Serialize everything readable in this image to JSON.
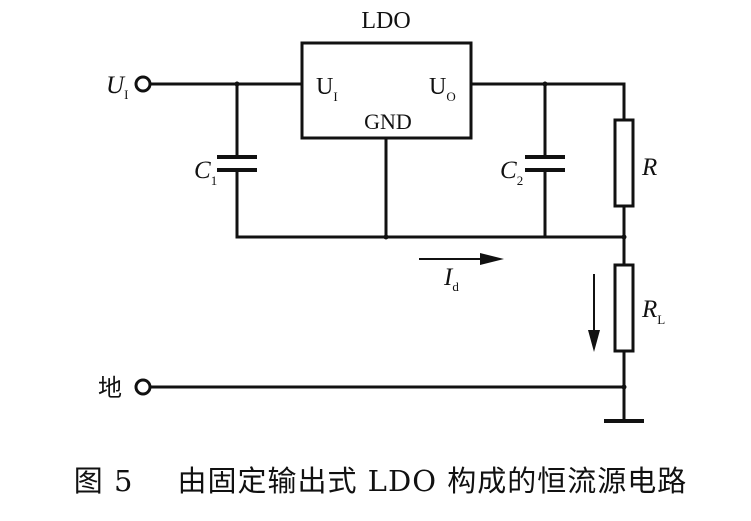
{
  "ldo": {
    "title": "LDO",
    "input_pin": "U",
    "input_pin_sub": "I",
    "output_pin": "U",
    "output_pin_sub": "O",
    "gnd_pin": "GND"
  },
  "terminals": {
    "input_label": "U",
    "input_label_sub": "I",
    "ground_label": "地"
  },
  "components": {
    "c1": "C",
    "c1_sub": "1",
    "c2": "C",
    "c2_sub": "2",
    "r": "R",
    "rl": "R",
    "rl_sub": "L"
  },
  "current": {
    "label": "I",
    "label_sub": "d"
  },
  "caption": {
    "figure": "图 5",
    "title": "由固定输出式 LDO 构成的恒流源电路"
  }
}
